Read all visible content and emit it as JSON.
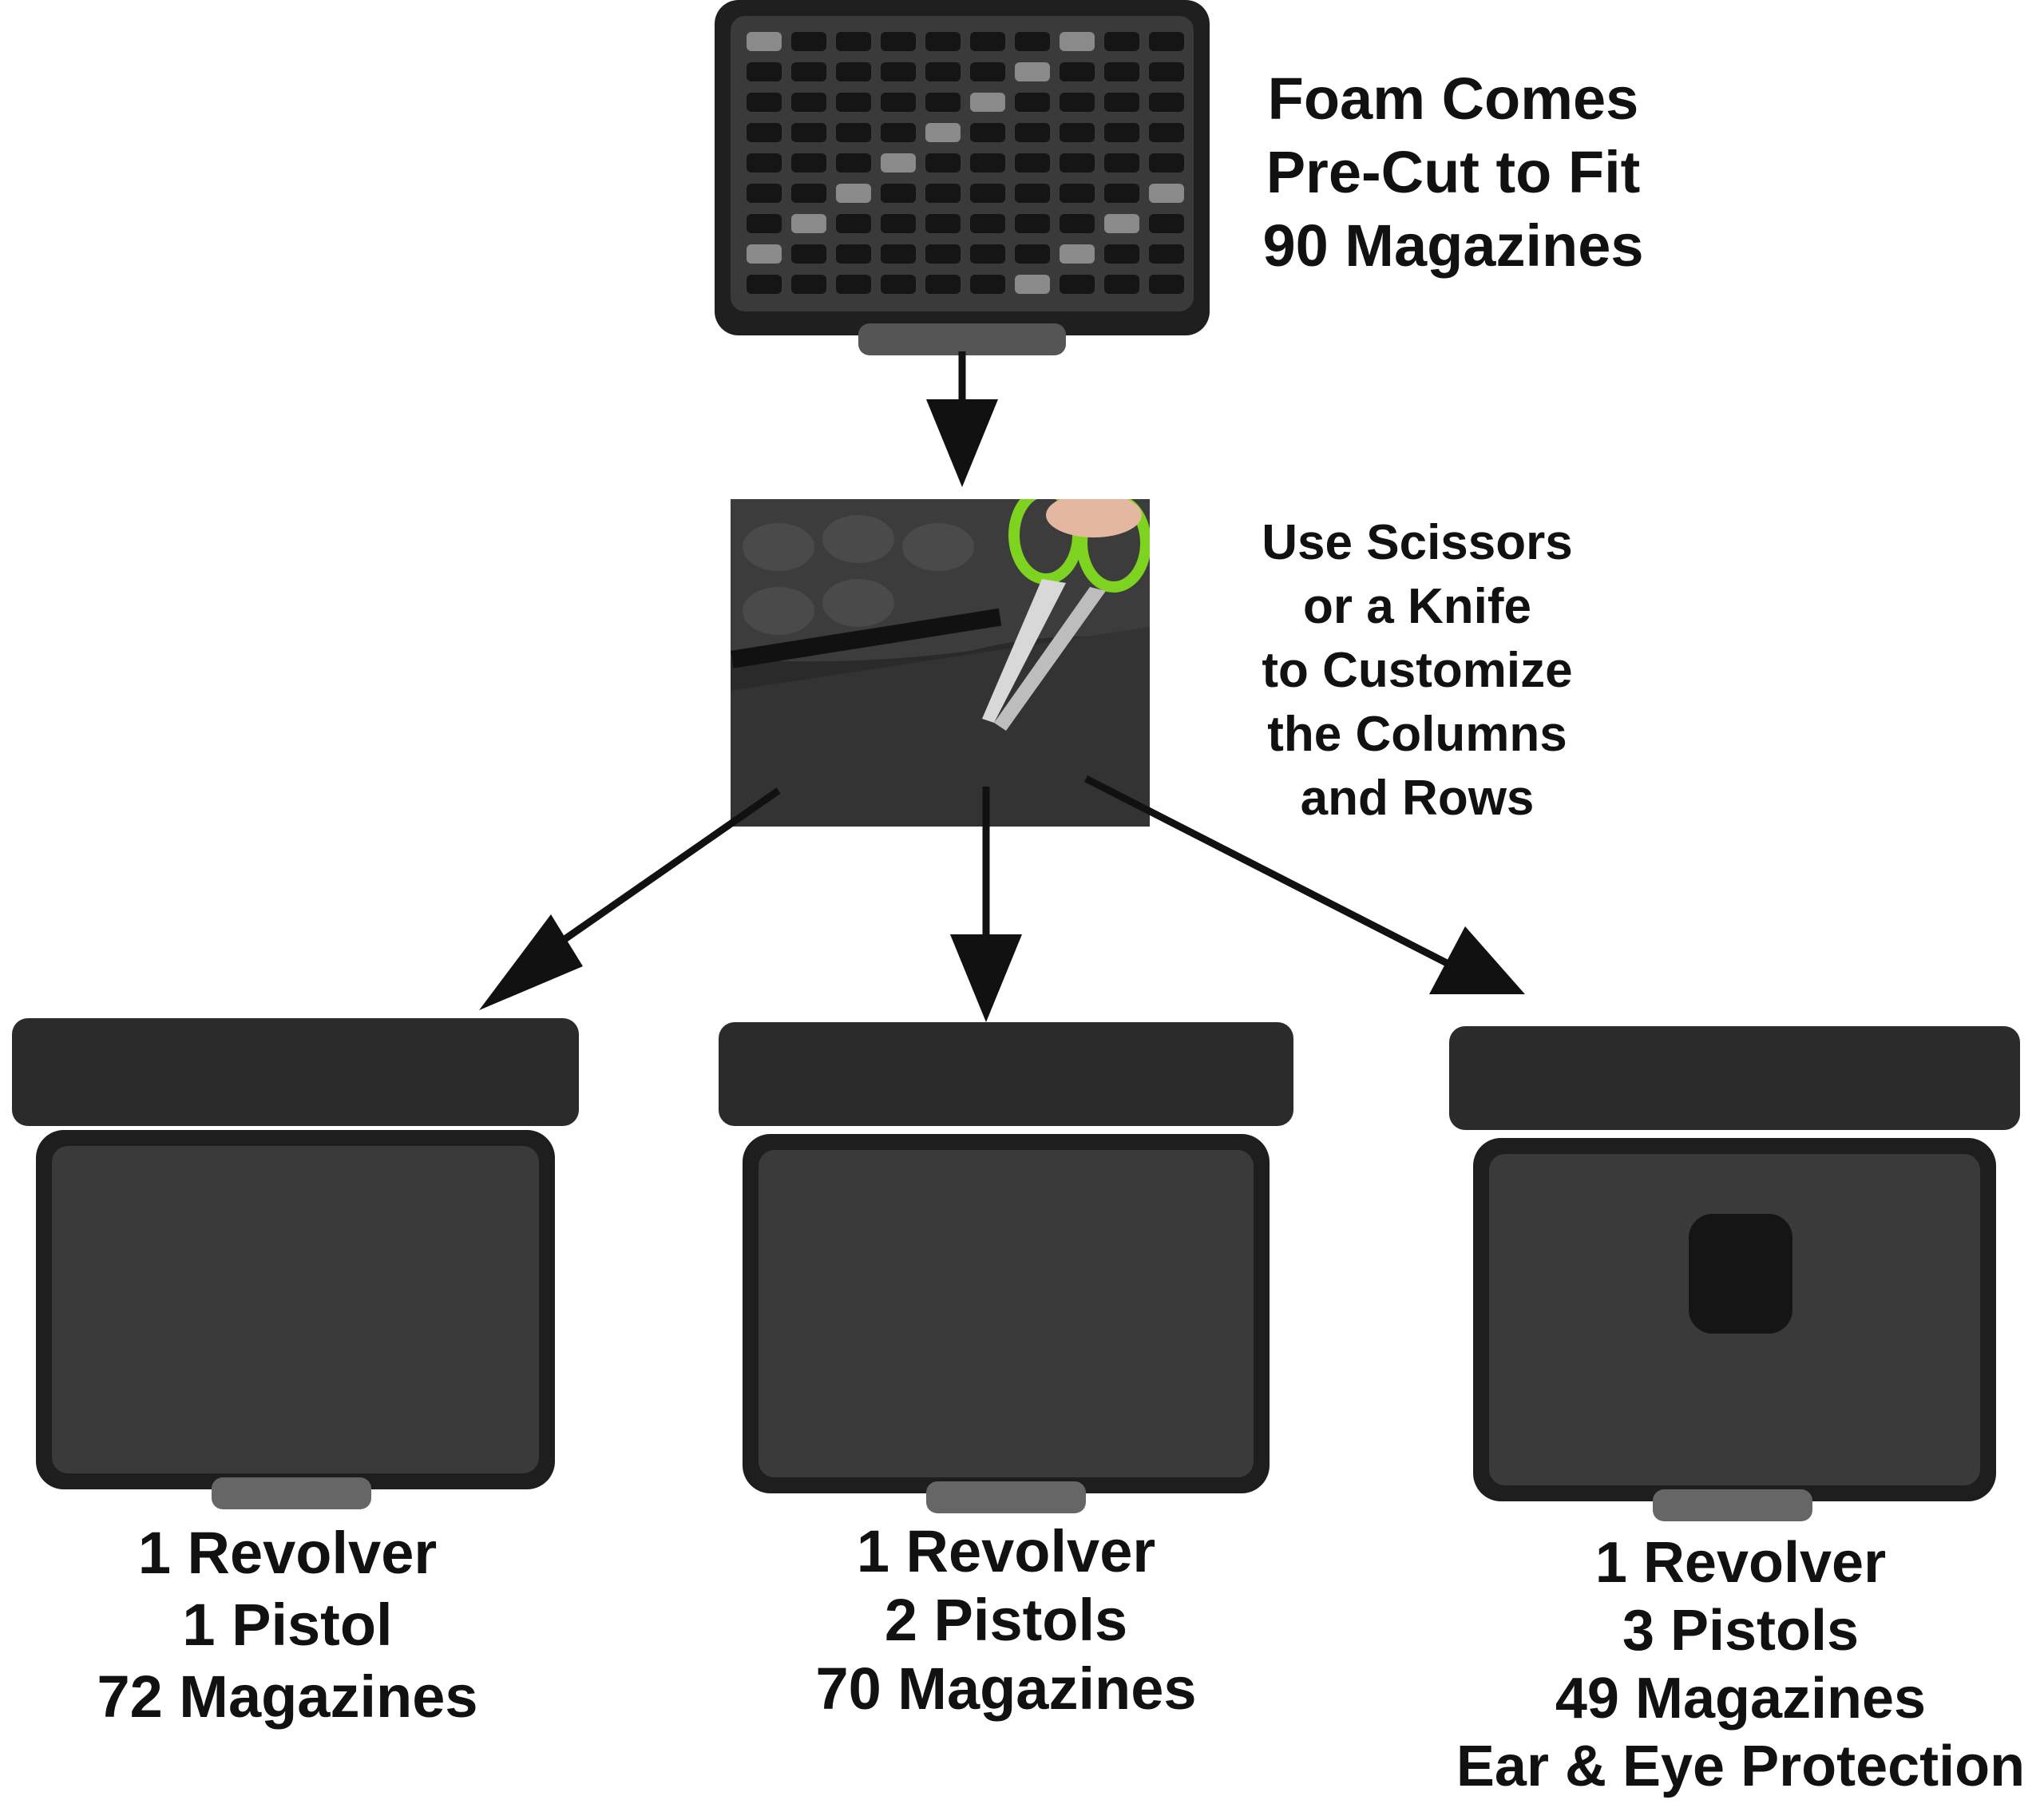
{
  "top_caption": [
    "Foam Comes",
    "Pre-Cut to Fit",
    "90 Magazines"
  ],
  "middle_caption": [
    "Use Scissors",
    "or a Knife",
    "to Customize",
    "the Columns",
    "and Rows"
  ],
  "configs": [
    {
      "lines": [
        "1 Revolver",
        "1 Pistol",
        "72 Magazines"
      ]
    },
    {
      "lines": [
        "1 Revolver",
        "2 Pistols",
        "70 Magazines"
      ]
    },
    {
      "lines": [
        "1 Revolver",
        "3 Pistols",
        "49 Magazines",
        "Ear & Eye Protection"
      ]
    }
  ],
  "colors": {
    "text": "#111111",
    "case": "#2b2b2b",
    "foam": "#3a3a3a",
    "scissors": "#7ed321"
  }
}
